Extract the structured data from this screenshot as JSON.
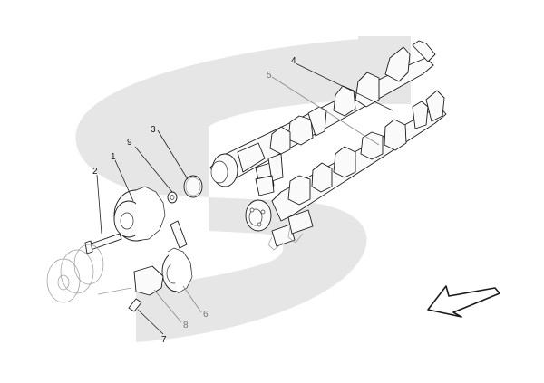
{
  "diagram": {
    "callouts": [
      {
        "id": "1",
        "label": "1"
      },
      {
        "id": "2",
        "label": "2"
      },
      {
        "id": "3",
        "label": "3"
      },
      {
        "id": "4",
        "label": "4"
      },
      {
        "id": "5",
        "label": "5"
      },
      {
        "id": "6",
        "label": "6"
      },
      {
        "id": "7",
        "label": "7"
      },
      {
        "id": "8",
        "label": "8"
      },
      {
        "id": "9",
        "label": "9"
      }
    ],
    "watermark": "S-shaped brand watermark (grey)",
    "direction_arrow": "arrow-icon pointing down-left",
    "colors": {
      "watermark": "#e6e6e6",
      "line": "#1a1a1a",
      "grey_callout": "#777777"
    }
  }
}
